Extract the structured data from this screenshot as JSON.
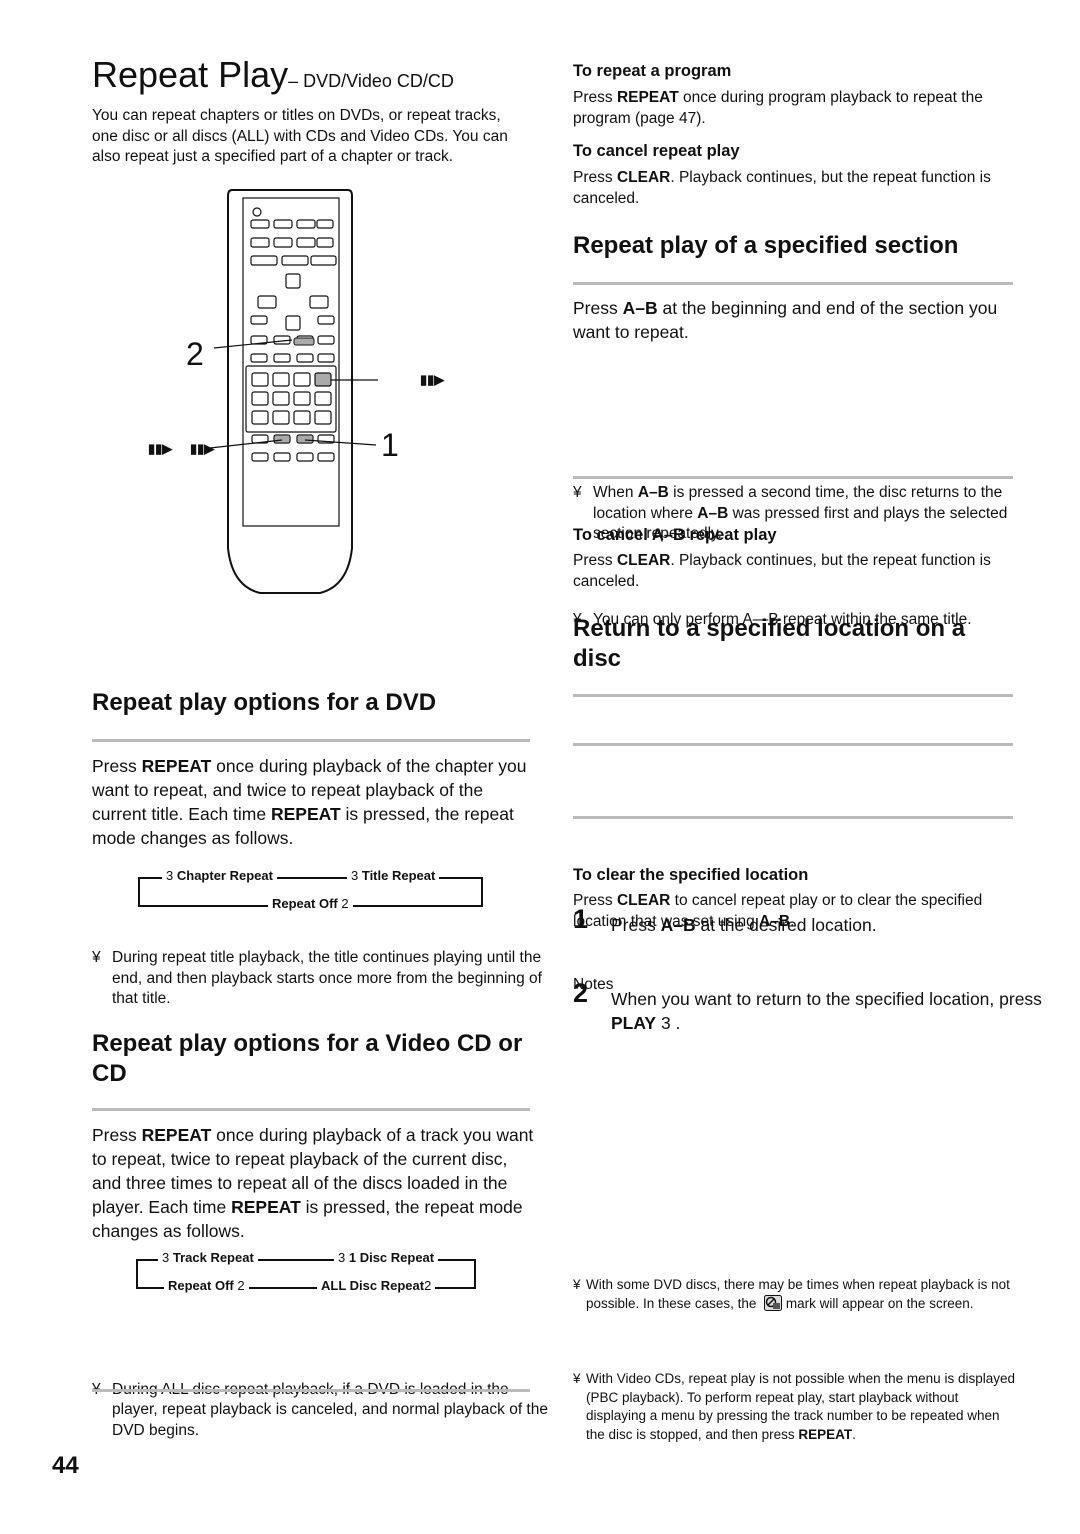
{
  "page": {
    "title": "Repeat Play",
    "title_sub": "– DVD/Video CD/CD",
    "page_number": "44"
  },
  "intro": "You can repeat chapters or titles on DVDs, or repeat tracks, one disc or all discs (ALL) with CDs and Video CDs. You can also repeat just a specified part of a chapter or track.",
  "figure": {
    "step_label_2": "2",
    "step_label_1": "1",
    "keys": [
      "▮▮▶",
      "▮▮▶",
      "▮▮▶"
    ]
  },
  "dvd": {
    "heading": "Repeat play options for a DVD",
    "p1": "Press ",
    "key": "REPEAT",
    "p2": " once during playback of the chapter you want to repeat, and twice to repeat playback of the current title. Each time ",
    "p3": " is pressed, the repeat mode changes as follows.",
    "flow": {
      "a": "Chapter Repeat",
      "b": "Title Repeat",
      "c": "Repeat Off",
      "arrow_right": "3",
      "arrow_left": "2"
    },
    "bullet": "During repeat title playback, the title continues playing until the end, and then playback starts once more from the beginning of that title."
  },
  "vcd": {
    "heading": "Repeat play options for a Video CD or CD",
    "p1": "Press ",
    "key": "REPEAT",
    "p2": " once during playback of a track you want to repeat, twice to repeat playback of the current disc, and three times to repeat all of the discs loaded in the player. Each time ",
    "p3": " is pressed, the repeat mode changes as follows.",
    "flow": {
      "a": "Track Repeat",
      "b": "1 Disc Repeat",
      "c": "Repeat Off",
      "d": "ALL Disc Repeat",
      "arrow_right": "3",
      "arrow_left": "2"
    },
    "bullet": "During ALL disc repeat playback, if a DVD is loaded in the player, repeat playback is canceled, and normal playback of the DVD begins."
  },
  "right": {
    "repeat_program": {
      "heading": "To repeat a program",
      "p1": "Press ",
      "key": "REPEAT",
      "p2": " once during program playback to repeat the program (page 47)."
    },
    "cancel_repeat": {
      "heading": "To cancel repeat play",
      "p1": "Press ",
      "key": "CLEAR",
      "p2": ". Playback continues, but the repeat function is canceled."
    },
    "section": {
      "heading": "Repeat play of a specified section",
      "p1": "Press ",
      "key": "A–B",
      "p2": " at the beginning and end of the section you want to repeat.",
      "b1_pre": "When ",
      "b1_key": "A–B",
      "b1_mid": " is pressed a second time, the disc returns to the location where ",
      "b1_post": " was pressed first and plays the selected section repeatedly.",
      "b2": "You can only perform A—B repeat within the same title."
    },
    "cancel_ab": {
      "heading": "To cancel A–B repeat play",
      "p1": "Press ",
      "key": "CLEAR",
      "p2": ". Playback continues, but the repeat function is canceled."
    },
    "location": {
      "heading": "Return to a specified location on a disc",
      "step1_num": "1",
      "step1_pre": "Press ",
      "step1_key": "A–B",
      "step1_post": " at the desired location.",
      "step2_num": "2",
      "step2_pre": "When you want to return to the specified location, press ",
      "step2_key": "PLAY",
      "step2_post": " 3 ."
    },
    "clear_location": {
      "heading": "To clear the specified location",
      "p1": "Press ",
      "key": "CLEAR",
      "p2": " to cancel repeat play or to clear the specified location that was set using ",
      "key2": "A–B",
      "p3": "."
    },
    "notes": {
      "label": "Notes",
      "n1_pre": "With some DVD discs, there may be times when repeat playback is not possible. In these cases, the",
      "n1_post": " mark will appear on the screen.",
      "n2_pre": "With Video CDs, repeat play is not possible when the menu is displayed (PBC playback). To perform repeat play, start playback without displaying a menu by pressing the track number to be repeated when the disc is stopped, and then press ",
      "n2_key": "REPEAT",
      "n2_post": "."
    }
  },
  "bullet_mark": "¥"
}
